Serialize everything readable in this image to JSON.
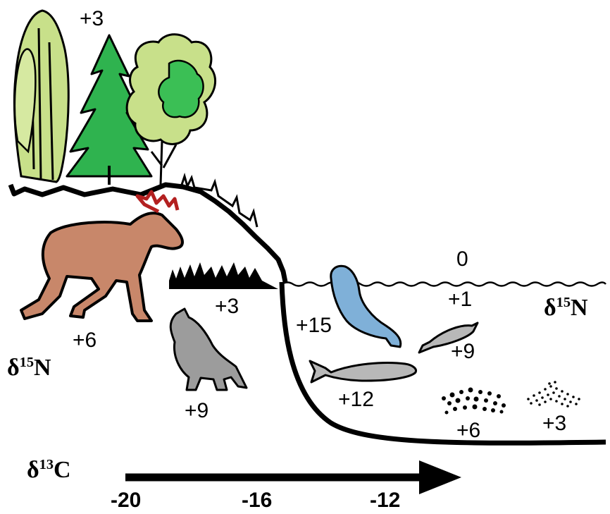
{
  "labels": {
    "trees": "+3",
    "moose": "+6",
    "wolf": "+9",
    "shore_plants": "+3",
    "seal": "+15",
    "water_surface": "0",
    "surface_water": "+1",
    "small_fish": "+9",
    "large_fish": "+12",
    "zooplankton": "+6",
    "phytoplankton": "+3"
  },
  "axes": {
    "n_symbol": "δ",
    "n_mass": "15",
    "n_element": "N",
    "c_symbol": "δ",
    "c_mass": "13",
    "c_element": "C",
    "c_ticks": [
      "-20",
      "-16",
      "-12"
    ]
  },
  "colors": {
    "tree_light": "#c8e08a",
    "tree_green": "#2fb34f",
    "moose": "#c8876a",
    "wolf": "#9c9c9c",
    "seal": "#7fb0d8",
    "fish": "#b8b8b8",
    "ink": "#000000"
  }
}
